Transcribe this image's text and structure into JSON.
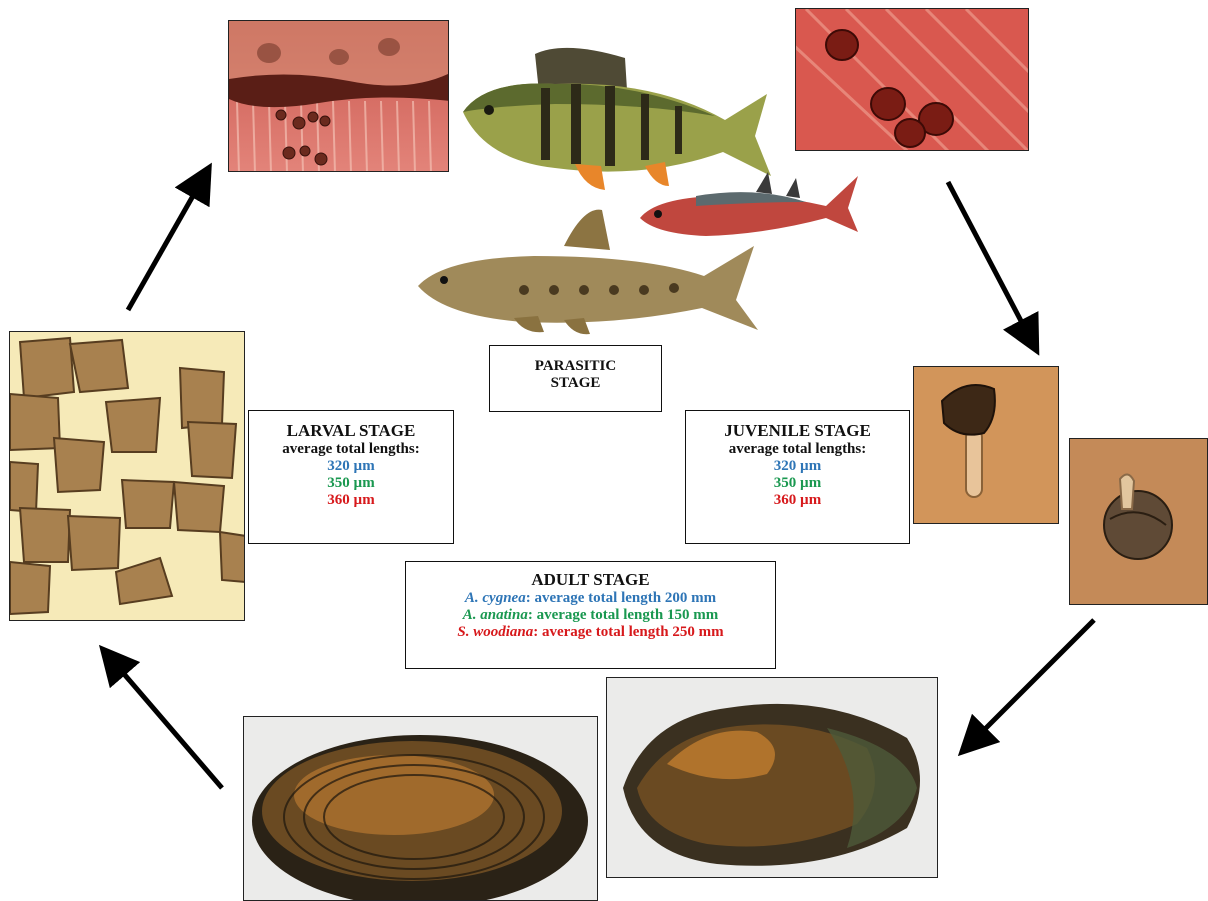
{
  "parasitic": {
    "line1": "PARASITIC",
    "line2": "STAGE"
  },
  "larval": {
    "title": "LARVAL STAGE",
    "subtitle": "average total lengths:",
    "values": [
      "320 µm",
      "350 µm",
      "360 µm"
    ]
  },
  "juvenile": {
    "title": "JUVENILE STAGE",
    "subtitle": "average total lengths:",
    "values": [
      "320 µm",
      "350 µm",
      "360 µm"
    ]
  },
  "adult": {
    "title": "ADULT STAGE",
    "rows": [
      {
        "species": "A. cygnea",
        "text": ": average total length 200 mm"
      },
      {
        "species": "A. anatina",
        "text": ": average total length 150 mm"
      },
      {
        "species": "S. woodiana",
        "text": ": average total length 250 mm"
      }
    ]
  },
  "colors": {
    "blue": "#2e75b6",
    "green": "#1a9850",
    "red": "#d7191c"
  },
  "icons": [
    "arrow-icon",
    "perch-fish-icon",
    "stickleback-fish-icon",
    "gudgeon-fish-icon",
    "mussel-shell-icon",
    "glochidia-micrograph-icon"
  ]
}
